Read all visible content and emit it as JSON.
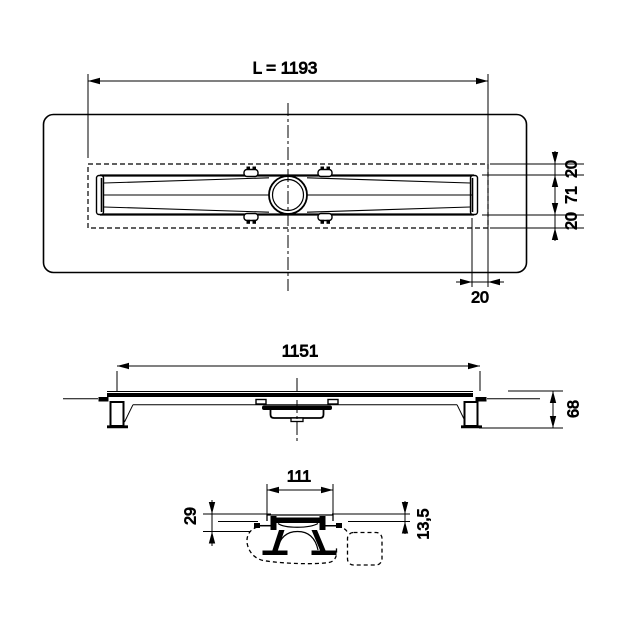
{
  "drawing_type": "technical-drawing",
  "colors": {
    "line_color": "#000000",
    "background": "#ffffff"
  },
  "views": {
    "top_view": {
      "dims": {
        "length": "L = 1193",
        "edge_top": "20",
        "channel_width": "71",
        "edge_bottom": "20",
        "edge_end": "20"
      }
    },
    "side_view": {
      "dims": {
        "length": "1151",
        "height": "68"
      }
    },
    "section_view": {
      "dims": {
        "grate_width": "111",
        "frame_depth": "29",
        "edge_height": "13,5"
      }
    }
  }
}
